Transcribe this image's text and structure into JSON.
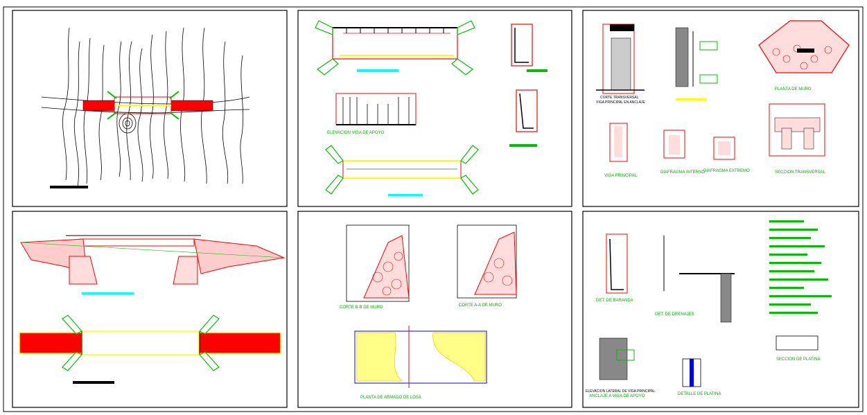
{
  "sheet": {
    "panels": [
      {
        "id": "p1",
        "title": ""
      },
      {
        "id": "p2",
        "title": "ELEVACION VIGA DE APOYO"
      },
      {
        "id": "p3",
        "title": "CORTE TRANSVERSAL VIGA PRINCIPAL EN ANCLAJE"
      },
      {
        "id": "p4",
        "title": ""
      },
      {
        "id": "p5",
        "title": "PLANTA DE ARMADO DE LOSA"
      },
      {
        "id": "p6",
        "title": "DET. DE BARANDA"
      }
    ]
  },
  "labels": {
    "p2_elev": "ELEVACION VIGA DE APOYO",
    "p3_corte_1": "CORTE TRANSVERSAL",
    "p3_corte_2": "VIGA PRINCIPAL EN ANCLAJE",
    "p3_planta_muro": "PLANTA DE MURO",
    "p3_viga_principal": "VIGA PRINCIPAL",
    "p3_diafragma_interno": "DIAFRAGMA INTERNO",
    "p3_diafragma_extremo": "DIAFRAGMA EXTREMO",
    "p3_seccion_transversal": "SECCION TRANSVERSAL",
    "p5_corte_bb": "CORTE B-B DE MURO",
    "p5_corte_aa": "CORTE A-A DE MURO",
    "p5_planta_losa": "PLANTA DE ARMADO DE LOSA",
    "p6_det_baranda": "DET. DE BARANDA",
    "p6_det_drenajes": "DET. DE DRENAJES",
    "p6_elev_1": "ELEVACION LATERAL DE VIGA PRINCIPAL",
    "p6_elev_2": "ANCLAJE A VIGA DE APOYO",
    "p6_detalle_platina": "DETALLE DE PLATINA",
    "p6_seccion_platina": "SECCION DE PLATINA"
  },
  "colors": {
    "line": "#000000",
    "red": "#ff0000",
    "green": "#00c000",
    "yellow": "#ffff00",
    "cyan": "#00ffff",
    "blue": "#0000ff"
  }
}
